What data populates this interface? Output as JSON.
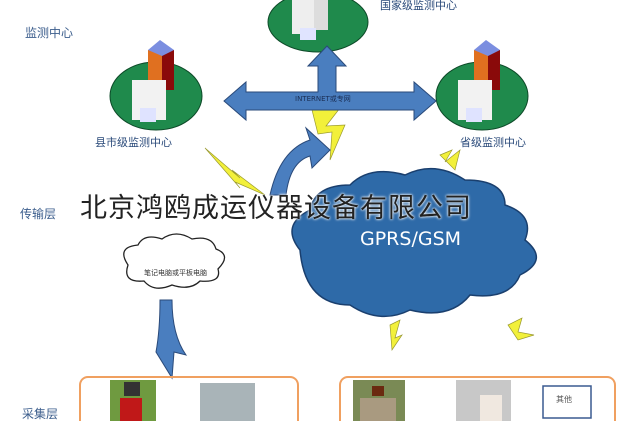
{
  "layers": {
    "monitoring": "监测中心",
    "transmission": "传输层",
    "collection": "采集层"
  },
  "centers": {
    "national": "国家级监测中心",
    "county": "县市级监测中心",
    "provincial": "省级监测中心"
  },
  "network": {
    "internet": "INTERNET或专网",
    "cloud": "GPRS/GSM",
    "laptop": "笔记电脑或平板电脑"
  },
  "devices": {
    "other": "其他"
  },
  "watermark": "北京鸿鸥成运仪器设备有限公司",
  "colors": {
    "arrow": "#4a7ebf",
    "cloud": "#2e6aa8",
    "lightning": "#f2f03a",
    "ellipse": "#1f8a4c",
    "box_border": "#f0a060"
  }
}
